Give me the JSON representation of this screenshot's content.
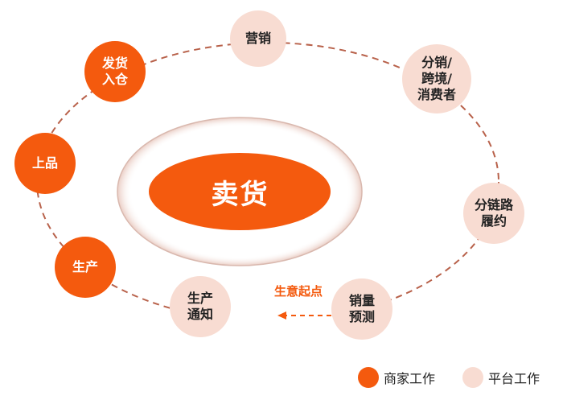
{
  "center": {
    "label": "卖货"
  },
  "start_label": "生意起点",
  "nodes": [
    {
      "id": "marketing",
      "label": "营销",
      "role": "platform"
    },
    {
      "id": "distribution",
      "label": "分销/\n跨境/\n消费者",
      "role": "platform"
    },
    {
      "id": "fulfillment",
      "label": "分链路\n履约",
      "role": "platform"
    },
    {
      "id": "forecast",
      "label": "销量\n预测",
      "role": "platform"
    },
    {
      "id": "prod_notice",
      "label": "生产\n通知",
      "role": "platform"
    },
    {
      "id": "production",
      "label": "生产",
      "role": "merchant"
    },
    {
      "id": "listing",
      "label": "上品",
      "role": "merchant"
    },
    {
      "id": "shipping",
      "label": "发货\n入仓",
      "role": "merchant"
    }
  ],
  "legend": [
    {
      "label": "商家工作",
      "color": "#F45A0E"
    },
    {
      "label": "平台工作",
      "color": "#F8DCD2"
    }
  ],
  "colors": {
    "merchant": "#F45A0E",
    "platform": "#F8DCD2",
    "dashed_line": "#B8614A"
  }
}
